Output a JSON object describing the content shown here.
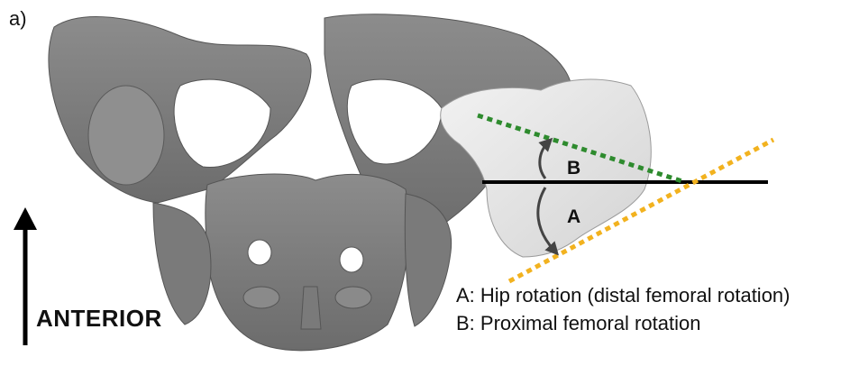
{
  "figure": {
    "panel_label": "a)",
    "direction_label": "ANTERIOR",
    "angle_labels": {
      "a": "A",
      "b": "B"
    },
    "legend": [
      "A: Hip rotation (distal femoral rotation)",
      "B: Proximal femoral rotation"
    ],
    "colors": {
      "background": "#ffffff",
      "pelvis_bone": "#7d7d7d",
      "femur_bone": "#e6e6e6",
      "reference_line": "#000000",
      "proximal_axis_line": "#2e8b2e",
      "distal_axis_line": "#f2b21f"
    }
  }
}
